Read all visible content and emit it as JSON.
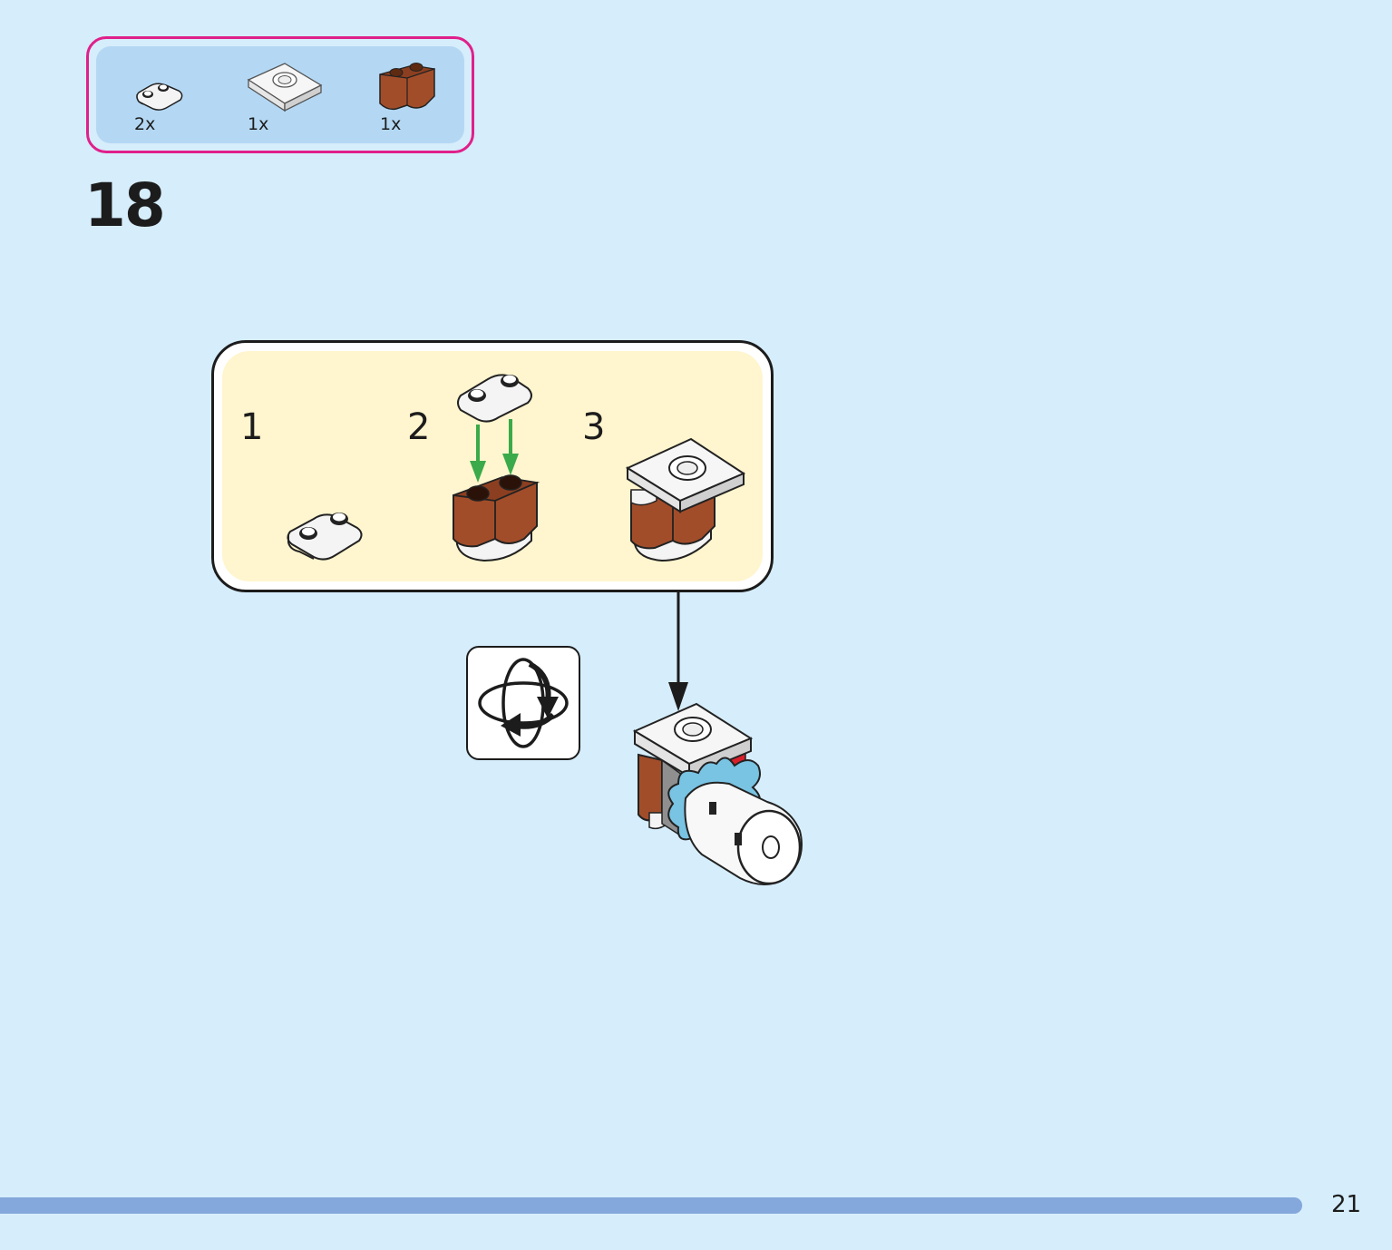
{
  "parts_list": {
    "items": [
      {
        "part": "white 1x2 rounded plate",
        "quantity": "2x"
      },
      {
        "part": "white 2x2 jumper plate",
        "quantity": "1x"
      },
      {
        "part": "reddish brown 1x2 log brick",
        "quantity": "1x"
      }
    ],
    "border_color": "#e0208a",
    "background_color": "#b4d8f4"
  },
  "step": {
    "number": "18"
  },
  "sub_assembly": {
    "steps": [
      {
        "label": "1"
      },
      {
        "label": "2"
      },
      {
        "label": "3"
      }
    ],
    "background_color": "#fff5ce",
    "arrow_color": "#3aaa4a"
  },
  "rotate_icon": {
    "icon": "rotate-model-icon"
  },
  "page": {
    "number": "21",
    "background": "#d6edfb",
    "bar_color": "#84a8db"
  }
}
